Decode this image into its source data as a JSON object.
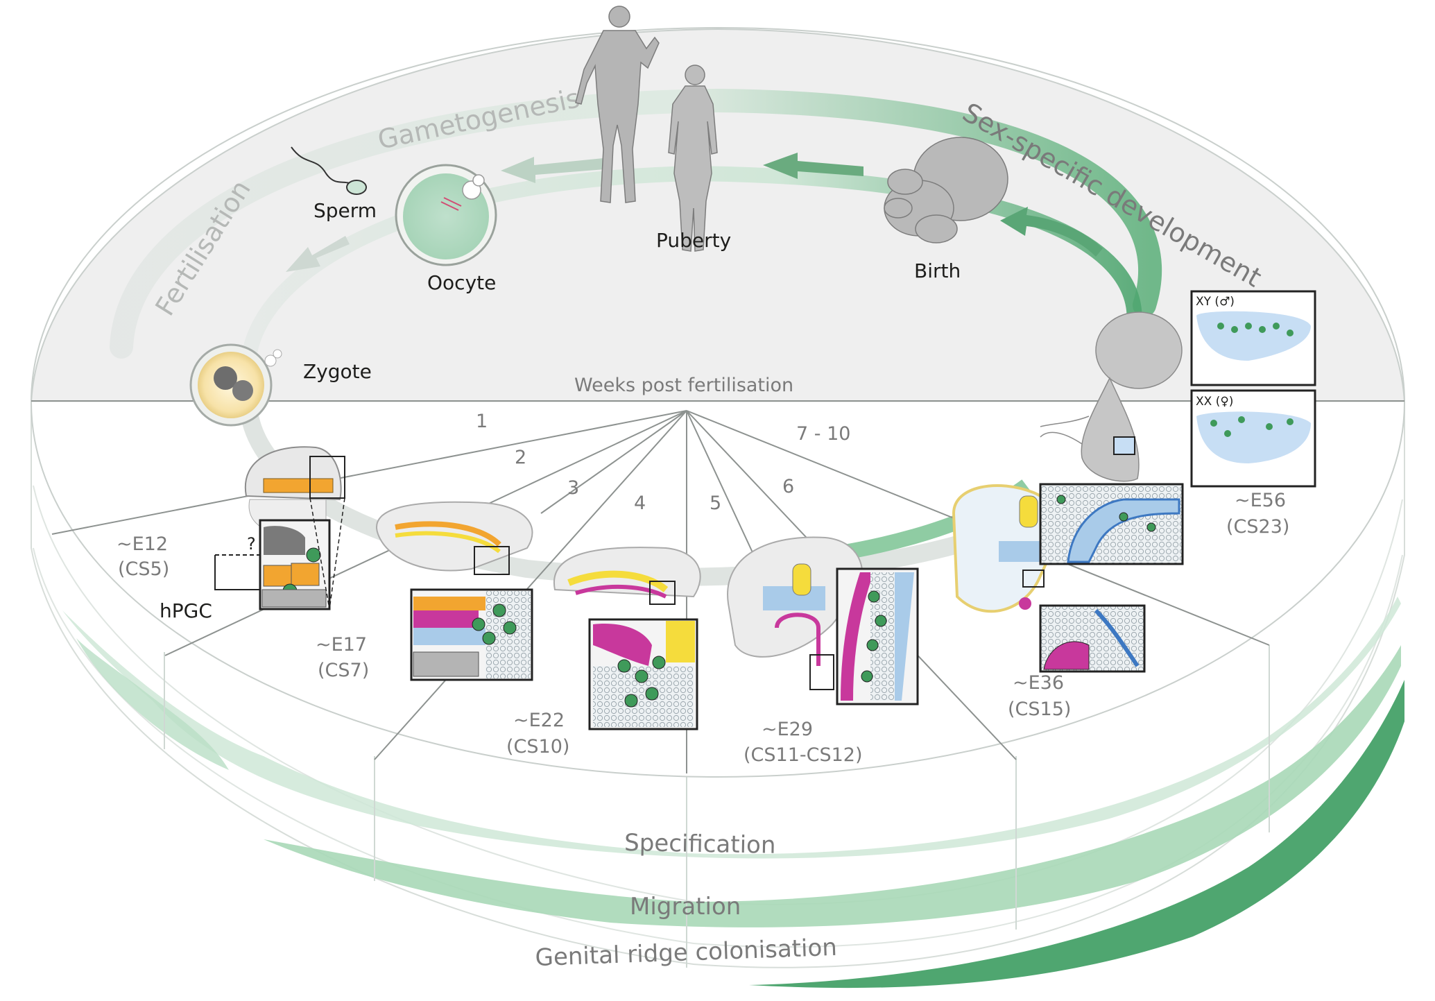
{
  "labels": {
    "gametogenesis": "Gametogenesis",
    "fertilisation": "Fertilisation",
    "sex_specific": "Sex-specific development",
    "sperm": "Sperm",
    "oocyte": "Oocyte",
    "puberty": "Puberty",
    "birth": "Birth",
    "zygote": "Zygote",
    "weeks_post_fertilisation": "Weeks post fertilisation",
    "hpgc": "hPGC",
    "question": "?",
    "xy": "XY (♂)",
    "xx": "XX (♀)"
  },
  "weeks": [
    "1",
    "2",
    "3",
    "4",
    "5",
    "6",
    "7 - 10"
  ],
  "stages": [
    {
      "day": "~E12",
      "cs": "(CS5)"
    },
    {
      "day": "~E17",
      "cs": "(CS7)"
    },
    {
      "day": "~E22",
      "cs": "(CS10)"
    },
    {
      "day": "~E29",
      "cs": "(CS11-CS12)"
    },
    {
      "day": "~E36",
      "cs": "(CS15)"
    },
    {
      "day": "~E56",
      "cs": "(CS23)"
    }
  ],
  "layers": [
    "Specification",
    "Migration",
    "Genital ridge colonisation"
  ],
  "colors": {
    "green_dark": "#4fa670",
    "green_mid": "#8fcca3",
    "green_light": "#d9ecdf",
    "grey_arc": "#e6e8e7",
    "cell_orange": "#f2a530",
    "cell_magenta": "#c8389c",
    "cell_yellow": "#f5dc3c",
    "cell_blue": "#a9cbe9",
    "cell_green": "#3f9a5a"
  }
}
